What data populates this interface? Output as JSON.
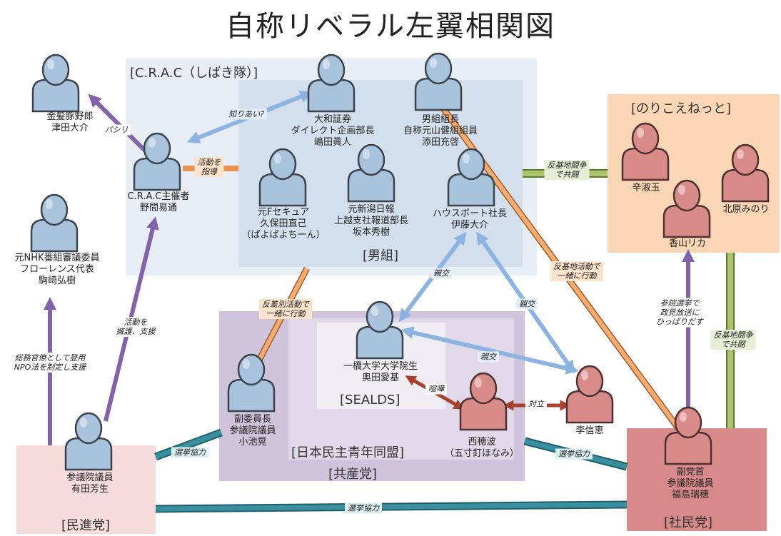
{
  "title": "自称リベラル左翼相関図",
  "groups": {
    "crac": "[C.R.A.C（しばき隊）]",
    "otokogumi": "[男組]",
    "norikoe": "[のりこえねっと]",
    "kyosanto": "[共産党]",
    "minsei": "[日本民主青年同盟]",
    "sealds": "[SEALDS]",
    "minshinto": "[民進党]",
    "shaminto": "[社民党]"
  },
  "people": {
    "tsuda": [
      "金髪豚野郎",
      "津田大介"
    ],
    "noma": [
      "C.R.A.C主催者",
      "野間易通"
    ],
    "shimada": [
      "大和証券",
      "ダイレクト企画部長",
      "嶋田眞人"
    ],
    "soeda": [
      "男組組長",
      "自称元山健組組員",
      "添田充啓"
    ],
    "kubota": [
      "元Fセキュア",
      "久保田直己",
      "（ぱよぱよちーん）"
    ],
    "sakamoto": [
      "元新潟日報",
      "上越支社報道部長",
      "坂本秀樹"
    ],
    "ito": [
      "ハウスボート社長",
      "伊藤大介"
    ],
    "shin": [
      "辛淑玉"
    ],
    "kitahara": [
      "北原みのり"
    ],
    "kayama": [
      "香山リカ"
    ],
    "komazaki": [
      "元NHK番組審議委員",
      "フローレンス代表",
      "駒崎弘樹"
    ],
    "okuda": [
      "一橋大学大学院生",
      "奥田愛基"
    ],
    "koike": [
      "副委員長",
      "参議院議員",
      "小池晃"
    ],
    "nishi": [
      "西穂波",
      "（五寸釘ほなみ）"
    ],
    "lee": [
      "李信恵"
    ],
    "arita": [
      "参議院議員",
      "有田芳生"
    ],
    "fukushima": [
      "副党首",
      "参議院議員",
      "福島瑞穂"
    ]
  },
  "edges": {
    "pashiri": "パシリ",
    "shiriai": "知りあい?",
    "shidou": [
      "活動を",
      "指導"
    ],
    "hankichi1": [
      "反基地闘争",
      "で共闘"
    ],
    "hankichi_katsudo": [
      "反基地活動で",
      "一緒に行動"
    ],
    "sanin_senkyo": [
      "参院選挙で",
      "政見放送に",
      "ひっぱりだす"
    ],
    "hankichi2": [
      "反基地闘争",
      "で共闘"
    ],
    "shinko1": "親交",
    "shinko2": "親交",
    "shinko3": "親交",
    "hansabetsu": [
      "反差別活動で",
      "一緒に行動"
    ],
    "yougo": [
      "活動を",
      "擁護、支援"
    ],
    "soumu": [
      "総務官僚として登用",
      "NPO法を制定し支援"
    ],
    "kenka": "喧嘩",
    "tairitsu": "対立",
    "senkyo1": "選挙協力",
    "senkyo2": "選挙協力",
    "senkyo3": "選挙協力"
  },
  "colors": {
    "crac_bg": "#e8eef6",
    "otokogumi_bg": "#d3dfec",
    "norikoe_bg": "#fad6b4",
    "kyosanto_bg": "#d0c4dc",
    "sealds_bg": "#f0eef4",
    "minshinto_bg": "#f6dcdc",
    "shaminto_bg": "#d88a8a",
    "person_blue": "#a9c3dd",
    "person_red": "#d98b89",
    "arrow_purple": "#8262a8",
    "arrow_blue": "#8db4e0",
    "arrow_orange": "#e8924e",
    "arrow_green": "#8faa52",
    "arrow_teal": "#2d7d8c",
    "arrow_darkred": "#a6422e"
  }
}
